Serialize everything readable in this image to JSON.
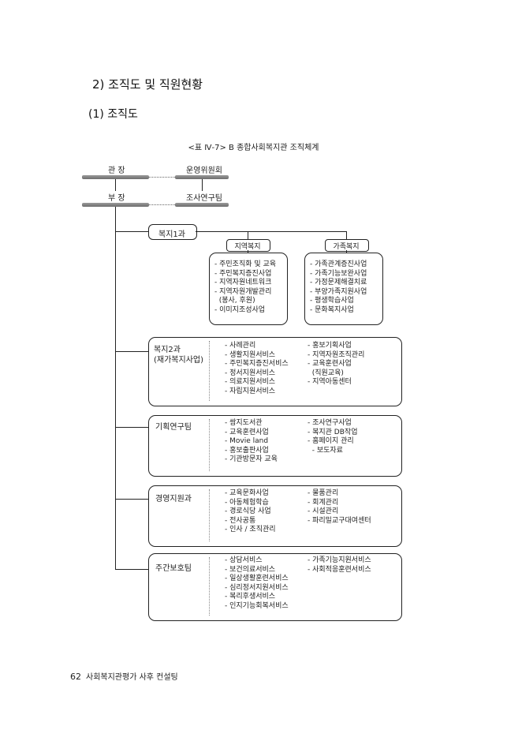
{
  "heading": "2) 조직도 및 직원현황",
  "subheading": "(1) 조직도",
  "caption": "<표 Ⅳ-7> B 종합사회복지관 조직체계",
  "nodes": {
    "director": "관 장",
    "committee": "운영위원회",
    "deputy": "부 장",
    "research_team": "조사연구팀",
    "welfare1": "복지1과",
    "community": "지역복지",
    "family": "가족복지"
  },
  "community_items": [
    "- 주민조직화 및 교육",
    "- 주민복지증진사업",
    "- 지역자원네트워크",
    "- 지역자원개발관리",
    "  (봉사, 후원)",
    "- 이미지조성사업"
  ],
  "family_items": [
    "- 가족관계증진사업",
    "- 가족기능보완사업",
    "- 가정문제해결치료",
    "- 부양가족지원사업",
    "- 평생학습사업",
    "- 문화복지사업"
  ],
  "departments": [
    {
      "name": "복지2과\n(재가복지사업)",
      "left": [
        "- 사례관리",
        "- 생활지원서비스",
        "- 주민복지증진서비스",
        "- 정서지원서비스",
        "- 의료지원서비스",
        "- 자립지원서비스"
      ],
      "right": [
        "- 홍보기획사업",
        "- 지역자원조직관리",
        "- 교육훈련사업",
        "  (직원교육)",
        "- 지역아동센터"
      ]
    },
    {
      "name": "기획연구팀",
      "left": [
        "- 쌈지도서관",
        "- 교육훈련사업",
        "- Movie land",
        "- 홍보출판사업",
        "- 기관방문자 교육"
      ],
      "right": [
        "- 조사연구사업",
        "- 복지관 DB작업",
        "- 홈페이지 관리",
        "  - 보도자료"
      ]
    },
    {
      "name": "경영지원과",
      "left": [
        "- 교육문화사업",
        "- 아동체험학습",
        "- 경로식당 사업",
        "- 전사공통",
        "- 인사 / 조직관리"
      ],
      "right": [
        "- 물품관리",
        "- 회계관리",
        "- 시설관리",
        "- 파리밀교구대여센터"
      ]
    },
    {
      "name": "주간보호팀",
      "left": [
        "- 상담서비스",
        "- 보건의료서비스",
        "- 일상생활훈련서비스",
        "- 심리정서지원서비스",
        "- 복리후생서비스",
        "- 인지기능회복서비스"
      ],
      "right": [
        "- 가족기능지원서비스",
        "- 사회적응훈련서비스"
      ]
    }
  ],
  "footer": {
    "page_number": "62",
    "text": "사회복지관평가 사후 컨설팅"
  }
}
